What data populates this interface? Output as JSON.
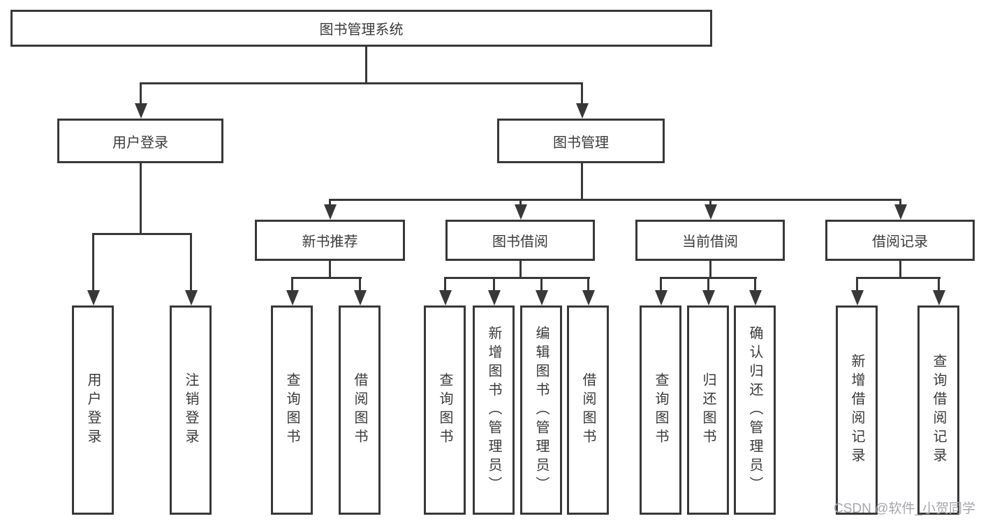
{
  "tree": {
    "label": "图书管理系统",
    "children": [
      {
        "label": "用户登录",
        "children": [
          {
            "label": "用户登录"
          },
          {
            "label": "注销登录"
          }
        ]
      },
      {
        "label": "图书管理",
        "children": [
          {
            "label": "新书推荐",
            "children": [
              {
                "label": "查询图书"
              },
              {
                "label": "借阅图书"
              }
            ]
          },
          {
            "label": "图书借阅",
            "children": [
              {
                "label": "查询图书"
              },
              {
                "label": "新增图书（管理员）"
              },
              {
                "label": "编辑图书（管理员）"
              },
              {
                "label": "借阅图书"
              }
            ]
          },
          {
            "label": "当前借阅",
            "children": [
              {
                "label": "查询图书"
              },
              {
                "label": "归还图书"
              },
              {
                "label": "确认归还（管理员）"
              }
            ]
          },
          {
            "label": "借阅记录",
            "children": [
              {
                "label": "新增借阅记录"
              },
              {
                "label": "查询借阅记录"
              }
            ]
          }
        ]
      }
    ]
  },
  "watermark": {
    "text": "CSDN @软件_小贺同学"
  },
  "colors": {
    "line": "#383838",
    "background": "#ffffff",
    "watermark": "#a6a6ab"
  }
}
